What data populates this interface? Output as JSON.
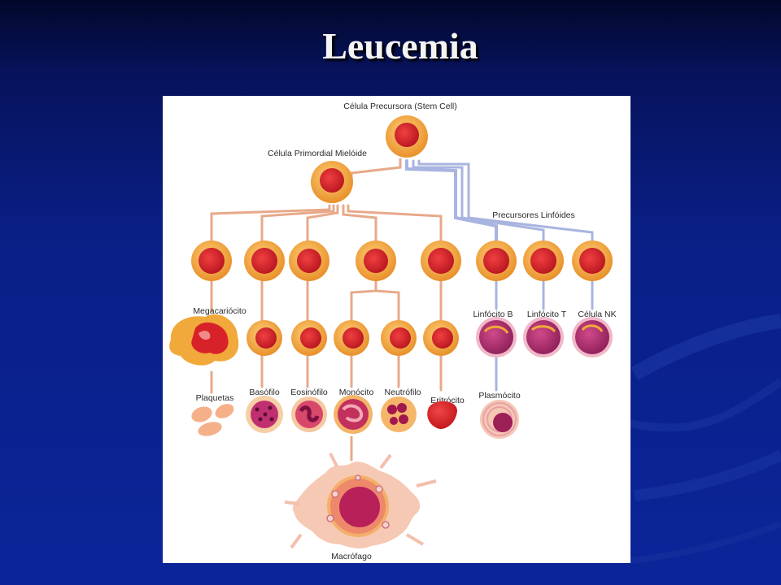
{
  "slide": {
    "title": "Leucemia"
  },
  "diagram": {
    "labels": {
      "stem_cell": "Célula Precursora (Stem Cell)",
      "myeloid": "Célula Primordial Mielóide",
      "lymphoid_precursors": "Precursores Linfóides",
      "megakaryocyte": "Megacariócito",
      "platelets": "Plaquetas",
      "basophil": "Basófilo",
      "eosinophil": "Eosinófilo",
      "monocyte": "Monócito",
      "neutrophil": "Neutrófilo",
      "erythrocyte": "Eritrócito",
      "b_lymphocyte": "Linfócito B",
      "t_lymphocyte": "Linfócito T",
      "nk_cell": "Célula NK",
      "plasma_cell": "Plasmócito",
      "macrophage": "Macrófago"
    },
    "colors": {
      "cell_outer": "#f2a93b",
      "cell_nucleus": "#d8222a",
      "myeloid_line": "#e7a98a",
      "lymphoid_line": "#a9b4e0",
      "lymphocyte_body": "#b0306e"
    }
  }
}
